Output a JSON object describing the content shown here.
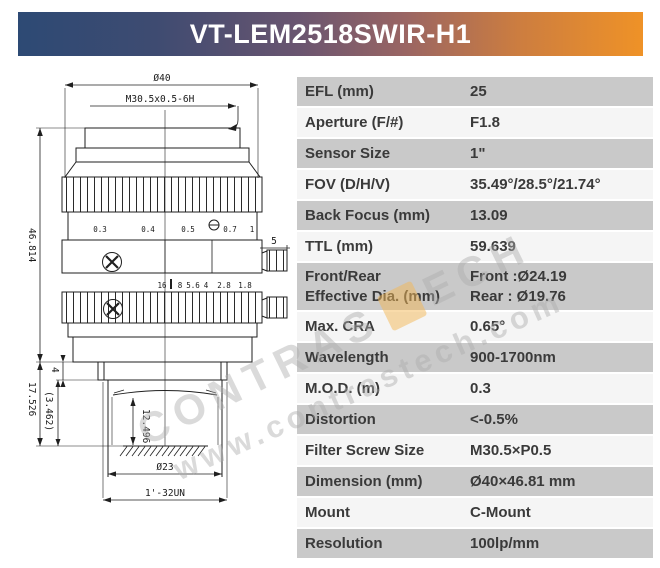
{
  "header": {
    "title": "VT-LEM2518SWIR-H1",
    "gradient_left": "#2d4a74",
    "gradient_right": "#ef9227"
  },
  "spec_table": {
    "row_bg_gray": "#c9c9c9",
    "row_bg_light": "#f5f5f5",
    "text_color": "#3a3a3a",
    "rows": [
      {
        "label": "EFL (mm)",
        "value": "25"
      },
      {
        "label": "Aperture (F/#)",
        "value": "F1.8"
      },
      {
        "label": "Sensor Size",
        "value": "1\""
      },
      {
        "label": "FOV (D/H/V)",
        "value": "35.49°/28.5°/21.74°"
      },
      {
        "label": "Back Focus (mm)",
        "value": "13.09"
      },
      {
        "label": "TTL (mm)",
        "value": "59.639"
      },
      {
        "label_line1": "Front/Rear",
        "label_line2": "Effective Dia. (mm)",
        "value_line1": "Front :Ø24.19",
        "value_line2": "Rear : Ø19.76"
      },
      {
        "label": "Max. CRA",
        "value": "0.65°"
      },
      {
        "label": "Wavelength",
        "value": "900-1700nm"
      },
      {
        "label": "M.O.D. (m)",
        "value": "0.3"
      },
      {
        "label": "Distortion",
        "value": "<-0.5%"
      },
      {
        "label": "Filter Screw Size",
        "value": "M30.5×P0.5"
      },
      {
        "label": "Dimension (mm)",
        "value": "Ø40×46.81 mm"
      },
      {
        "label": "Mount",
        "value": "C-Mount"
      },
      {
        "label": "Resolution",
        "value": "100lp/mm"
      }
    ]
  },
  "drawing": {
    "top_diameter": "Ø40",
    "filter_thread": "M30.5x0.5-6H",
    "total_length": "46.814",
    "flange_focal": "17.526",
    "flange_height": "4",
    "ref_dim": "(3.462)",
    "inner_depth": "12.496",
    "mount_diameter": "Ø23",
    "mount_thread": "1'-32UN",
    "screw_offset": "5",
    "focus_scale": [
      "0.3",
      "0.4",
      "0.5",
      "0.7",
      "1"
    ],
    "aperture_scale": [
      "16",
      "8",
      "5.6",
      "4",
      "2.8",
      "1.8"
    ]
  },
  "watermark": {
    "brand_prefix": "CONTRAS",
    "brand_suffix": "ECH",
    "url": "www.contrastech.com",
    "square_color": "#f3b755"
  }
}
